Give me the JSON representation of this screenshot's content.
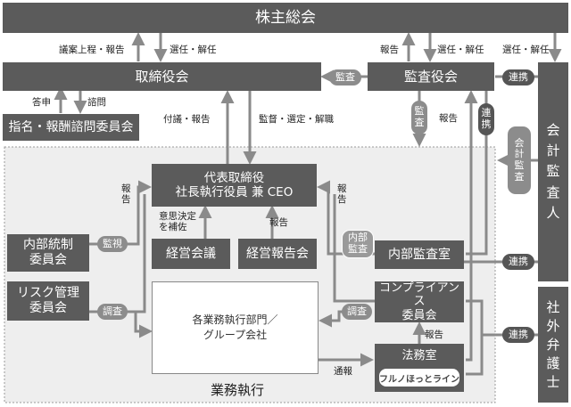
{
  "boxes": {
    "shareholders": "株主総会",
    "board": "取締役会",
    "audit_board": "監査役会",
    "nomination": "指名・報酬諮問委員会",
    "ceo_line1": "代表取締役",
    "ceo_line2": "社長執行役員 兼 CEO",
    "mgmt_meeting": "経営会議",
    "mgmt_report": "経営報告会",
    "internal_control_line1": "内部統制",
    "internal_control_line2": "委員会",
    "risk_line1": "リスク管理",
    "risk_line2": "委員会",
    "divisions_line1": "各業務執行部門／",
    "divisions_line2": "グループ会社",
    "internal_audit": "内部監査室",
    "compliance_line1": "コンプライアンス",
    "compliance_line2": "委員会",
    "legal": "法務室",
    "hotline": "フルノほっとライン",
    "auditor_chars": [
      "会",
      "計",
      "監",
      "査",
      "人"
    ],
    "lawyer_chars": [
      "社",
      "外",
      "弁",
      "護",
      "士"
    ],
    "business_execution": "業務執行"
  },
  "pills": {
    "audit": "監査",
    "audit_v": [
      "監",
      "査"
    ],
    "renkei": "連携",
    "renkei_v": [
      "連",
      "携"
    ],
    "kaikei_kansa_v": [
      "会",
      "計",
      "監",
      "査"
    ],
    "kanshi": "監視",
    "chosa": "調査",
    "naibu_kansa_1": "内部",
    "naibu_kansa_2": "監査"
  },
  "labels": {
    "gian": "議案上程・報告",
    "senin1": "選任・解任",
    "hokoku1": "報告",
    "senin2": "選任・解任",
    "senin3": "選任・解任",
    "toushin": "答申",
    "shimon": "諮問",
    "fugi": "付議・報告",
    "kantoku": "監督・選定・解職",
    "hokoku_r": "報告",
    "hokoku_left_v": [
      "報",
      "告"
    ],
    "hokoku_right_v": [
      "報",
      "告"
    ],
    "ishi_1": "意思決定",
    "ishi_2": "を補佐",
    "hokoku_mr": "報告",
    "hokoku_legal": "報告",
    "tsuho": "通報"
  }
}
